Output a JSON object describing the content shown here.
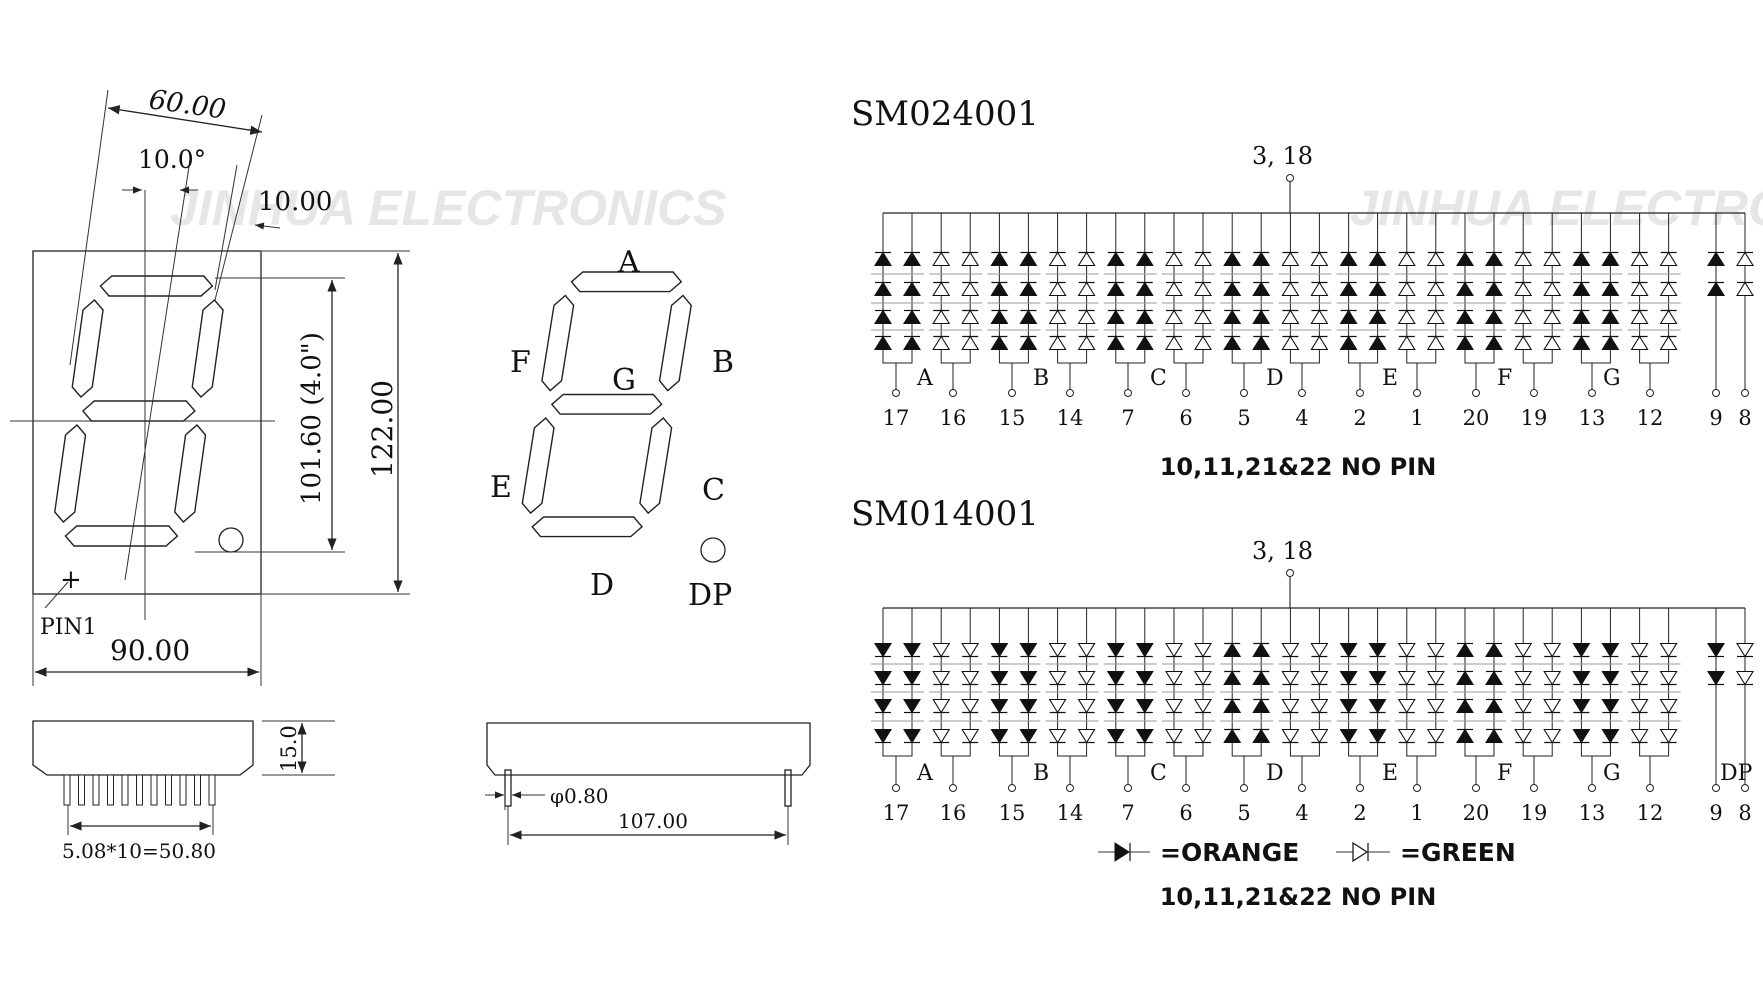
{
  "watermark": "JINHUA ELECTRONICS",
  "colors": {
    "ink": "#111111",
    "orange_fill": "#111111",
    "green_fill": "#ffffff",
    "watermark": "#e6e6e6"
  },
  "front_view": {
    "tilt_dim": "60.00",
    "angle": "10.0°",
    "seg_width_dim": "10.00",
    "digit_height_dim": "101.60 (4.0\")",
    "total_height_dim": "122.00",
    "width_dim": "90.00",
    "pin1_label": "PIN1",
    "pin1_mark": "+"
  },
  "side_view": {
    "height_dim": "15.0",
    "pitch_dim": "5.08*10=50.80"
  },
  "segment_view": {
    "labels": [
      "A",
      "B",
      "C",
      "D",
      "E",
      "F",
      "G",
      "DP"
    ]
  },
  "bottom_view": {
    "pin_dia": "φ0.80",
    "pin_span": "107.00"
  },
  "schematics": [
    {
      "model": "SM024001",
      "common": "3, 18",
      "segments": [
        "A",
        "B",
        "C",
        "D",
        "E",
        "F",
        "G"
      ],
      "pins": [
        "17",
        "16",
        "15",
        "14",
        "7",
        "6",
        "5",
        "4",
        "2",
        "1",
        "20",
        "19",
        "13",
        "12",
        "9",
        "8"
      ],
      "note": "10,11,21&22 NO PIN"
    },
    {
      "model": "SM014001",
      "common": "3, 18",
      "segments": [
        "A",
        "B",
        "C",
        "D",
        "E",
        "F",
        "G",
        "DP"
      ],
      "pins": [
        "17",
        "16",
        "15",
        "14",
        "7",
        "6",
        "5",
        "4",
        "2",
        "1",
        "20",
        "19",
        "13",
        "12",
        "9",
        "8"
      ],
      "note": "10,11,21&22 NO PIN",
      "legend": {
        "orange": "=ORANGE",
        "green": "=GREEN"
      }
    }
  ]
}
